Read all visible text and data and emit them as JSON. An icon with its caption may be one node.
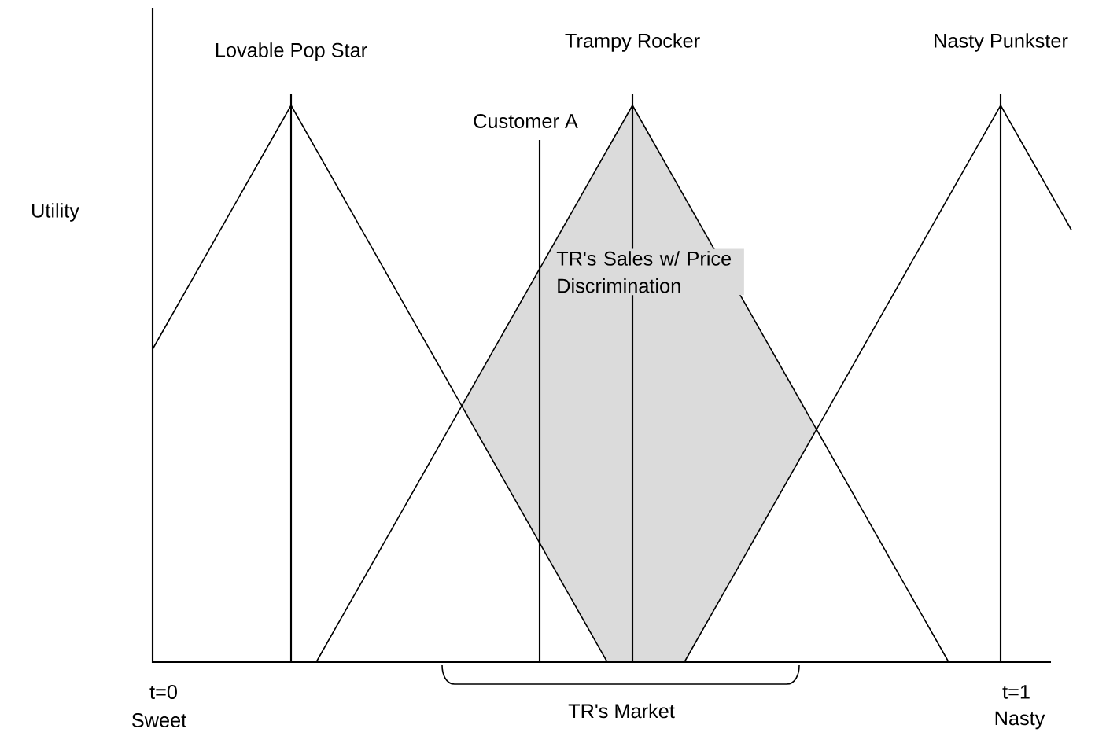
{
  "diagram": {
    "labels": [
      "Trampy Rocker",
      "Nasty Punkster",
      "Lovable Pop Star",
      "Customer A",
      "Utility",
      "TR's Sales w/ Price Discrimination",
      "t=0",
      "Sweet",
      "TR's Market",
      "t=1",
      "Nasty"
    ]
  }
}
